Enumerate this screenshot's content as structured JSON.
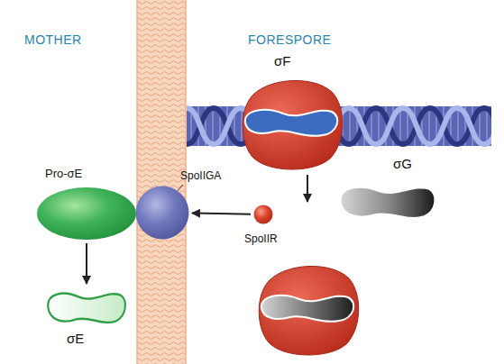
{
  "diagram": {
    "nodes": [
      {
        "text": [
          "σF"
        ]
      },
      {
        "text": [
          "σG"
        ]
      },
      {
        "text": [
          "Pro-σE"
        ]
      },
      {
        "text": [
          "SpoIIGA"
        ]
      },
      {
        "text": [
          "SpoIIR"
        ]
      },
      {
        "text": [
          "σE"
        ]
      }
    ],
    "edges": [
      {
        "from": 4,
        "to": 3,
        "arrow": "to"
      },
      {
        "from": 2,
        "to": 5,
        "arrow": "to"
      }
    ],
    "labels": [
      "MOTHER",
      "FORESPORE"
    ]
  }
}
